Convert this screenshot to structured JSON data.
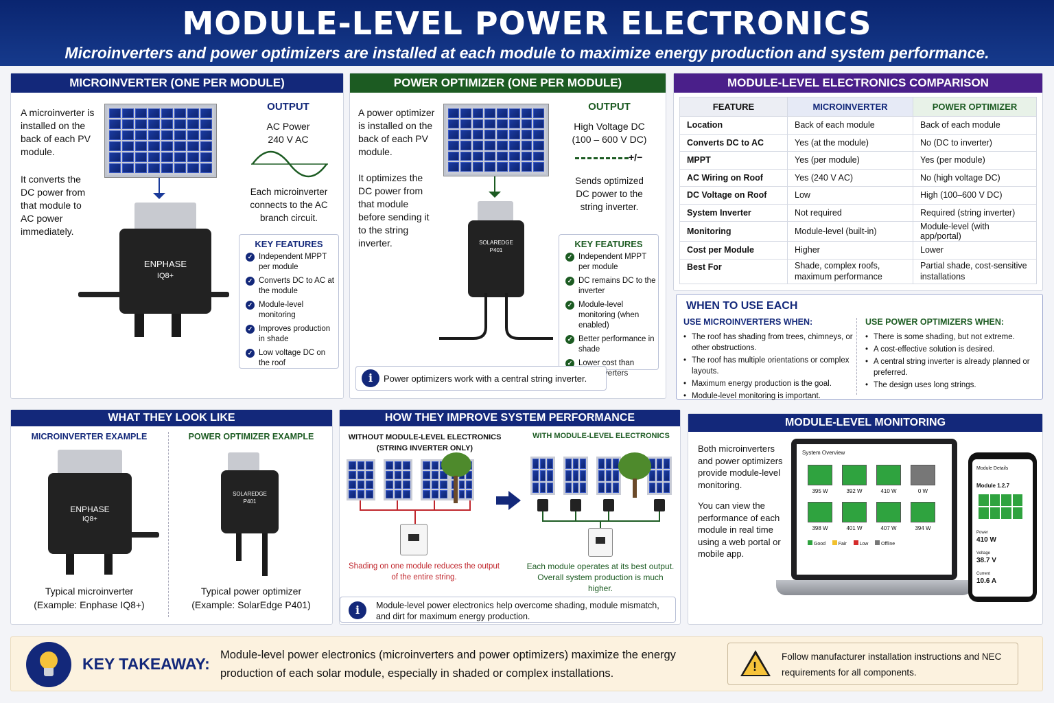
{
  "header": {
    "title": "MODULE-LEVEL POWER ELECTRONICS",
    "subtitle": "Microinverters and power optimizers are installed at each module to maximize energy production and system performance."
  },
  "micro": {
    "title": "MICROINVERTER (ONE PER MODULE)",
    "desc1": "A microinverter is installed on the back of each PV module.",
    "desc2": "It converts the DC power from that module to AC power immediately.",
    "output_title": "OUTPUT",
    "output_1": "AC Power",
    "output_2": "240 V AC",
    "output_desc": "Each microinverter connects to the AC branch circuit.",
    "brand": "ENPHASE",
    "model": "IQ8+",
    "kf_title": "KEY FEATURES",
    "features": [
      "Independent MPPT per module",
      "Converts DC to AC at the module",
      "Module-level monitoring",
      "Improves production in shade",
      "Low voltage DC on the roof"
    ]
  },
  "opt": {
    "title": "POWER OPTIMIZER (ONE PER MODULE)",
    "desc1": "A power optimizer is installed on the back of each PV module.",
    "desc2": "It optimizes the DC power from that module before sending it to the string inverter.",
    "output_title": "OUTPUT",
    "output_1": "High Voltage DC",
    "output_2": "(100 – 600 V DC)",
    "pm": "+/−",
    "output_desc": "Sends optimized DC power to the string inverter.",
    "brand": "SOLAREDGE",
    "model": "P401",
    "kf_title": "KEY FEATURES",
    "features": [
      "Independent MPPT per module",
      "DC remains DC to the inverter",
      "Module-level monitoring (when enabled)",
      "Better performance in shade",
      "Lower cost than microinverters"
    ],
    "note": "Power optimizers work with a central string inverter."
  },
  "compare": {
    "title": "MODULE-LEVEL ELECTRONICS COMPARISON",
    "headers": [
      "FEATURE",
      "MICROINVERTER",
      "POWER OPTIMIZER"
    ],
    "rows": [
      [
        "Location",
        "Back of each module",
        "Back of each module"
      ],
      [
        "Converts DC to AC",
        "Yes (at the module)",
        "No (DC to inverter)"
      ],
      [
        "MPPT",
        "Yes (per module)",
        "Yes (per module)"
      ],
      [
        "AC Wiring on Roof",
        "Yes (240 V AC)",
        "No (high voltage DC)"
      ],
      [
        "DC Voltage on Roof",
        "Low",
        "High (100–600 V DC)"
      ],
      [
        "System Inverter",
        "Not required",
        "Required (string inverter)"
      ],
      [
        "Monitoring",
        "Module-level (built-in)",
        "Module-level (with app/portal)"
      ],
      [
        "Cost per Module",
        "Higher",
        "Lower"
      ],
      [
        "Best For",
        "Shade, complex roofs, maximum performance",
        "Partial shade, cost-sensitive installations"
      ]
    ]
  },
  "when": {
    "title": "WHEN TO USE EACH",
    "micro_title": "USE MICROINVERTERS WHEN:",
    "micro": [
      "The roof has shading from trees, chimneys, or other obstructions.",
      "The roof has multiple orientations or complex layouts.",
      "Maximum energy production is the goal.",
      "Module-level monitoring is important."
    ],
    "opt_title": "USE POWER OPTIMIZERS WHEN:",
    "opt": [
      "There is some shading, but not extreme.",
      "A cost-effective solution is desired.",
      "A central string inverter is already planned or preferred.",
      "The design uses long strings."
    ]
  },
  "look": {
    "title": "WHAT THEY LOOK LIKE",
    "micro_title": "MICROINVERTER EXAMPLE",
    "opt_title": "POWER OPTIMIZER EXAMPLE",
    "micro_cap1": "Typical microinverter",
    "micro_cap2": "(Example: Enphase IQ8+)",
    "opt_cap1": "Typical power optimizer",
    "opt_cap2": "(Example: SolarEdge P401)"
  },
  "perf": {
    "title": "HOW THEY IMPROVE SYSTEM PERFORMANCE",
    "left_title1": "WITHOUT MODULE-LEVEL ELECTRONICS",
    "left_title2": "(STRING INVERTER ONLY)",
    "right_title": "WITH MODULE-LEVEL ELECTRONICS",
    "left_cap": "Shading on one module reduces the output of the entire string.",
    "right_cap": "Each module operates at its best output. Overall system production is much higher.",
    "note": "Module-level power electronics help overcome shading, module mismatch, and dirt for maximum energy production."
  },
  "mon": {
    "title": "MODULE-LEVEL MONITORING",
    "p1": "Both microinverters and power optimizers provide module-level monitoring.",
    "p2": "You can view the performance of each module in real time using a web portal or mobile app.",
    "screen_title": "System Overview",
    "tiles": [
      "395 W",
      "392 W",
      "410 W",
      "0 W",
      "398 W",
      "401 W",
      "407 W",
      "394 W"
    ],
    "legend": [
      "Good",
      "Fair",
      "Low",
      "Offline"
    ],
    "phone_title": "Module Details",
    "phone_module": "Module 1.2.7",
    "power_lbl": "Power",
    "power": "410 W",
    "volt_lbl": "Voltage",
    "volt": "38.7 V",
    "cur_lbl": "Current",
    "cur": "10.6 A"
  },
  "takeaway": {
    "label": "KEY TAKEAWAY:",
    "text": "Module-level power electronics (microinverters and power optimizers) maximize the energy production of each solar module, especially in shaded or complex installations.",
    "warn": "Follow manufacturer installation instructions and NEC requirements for all components."
  }
}
